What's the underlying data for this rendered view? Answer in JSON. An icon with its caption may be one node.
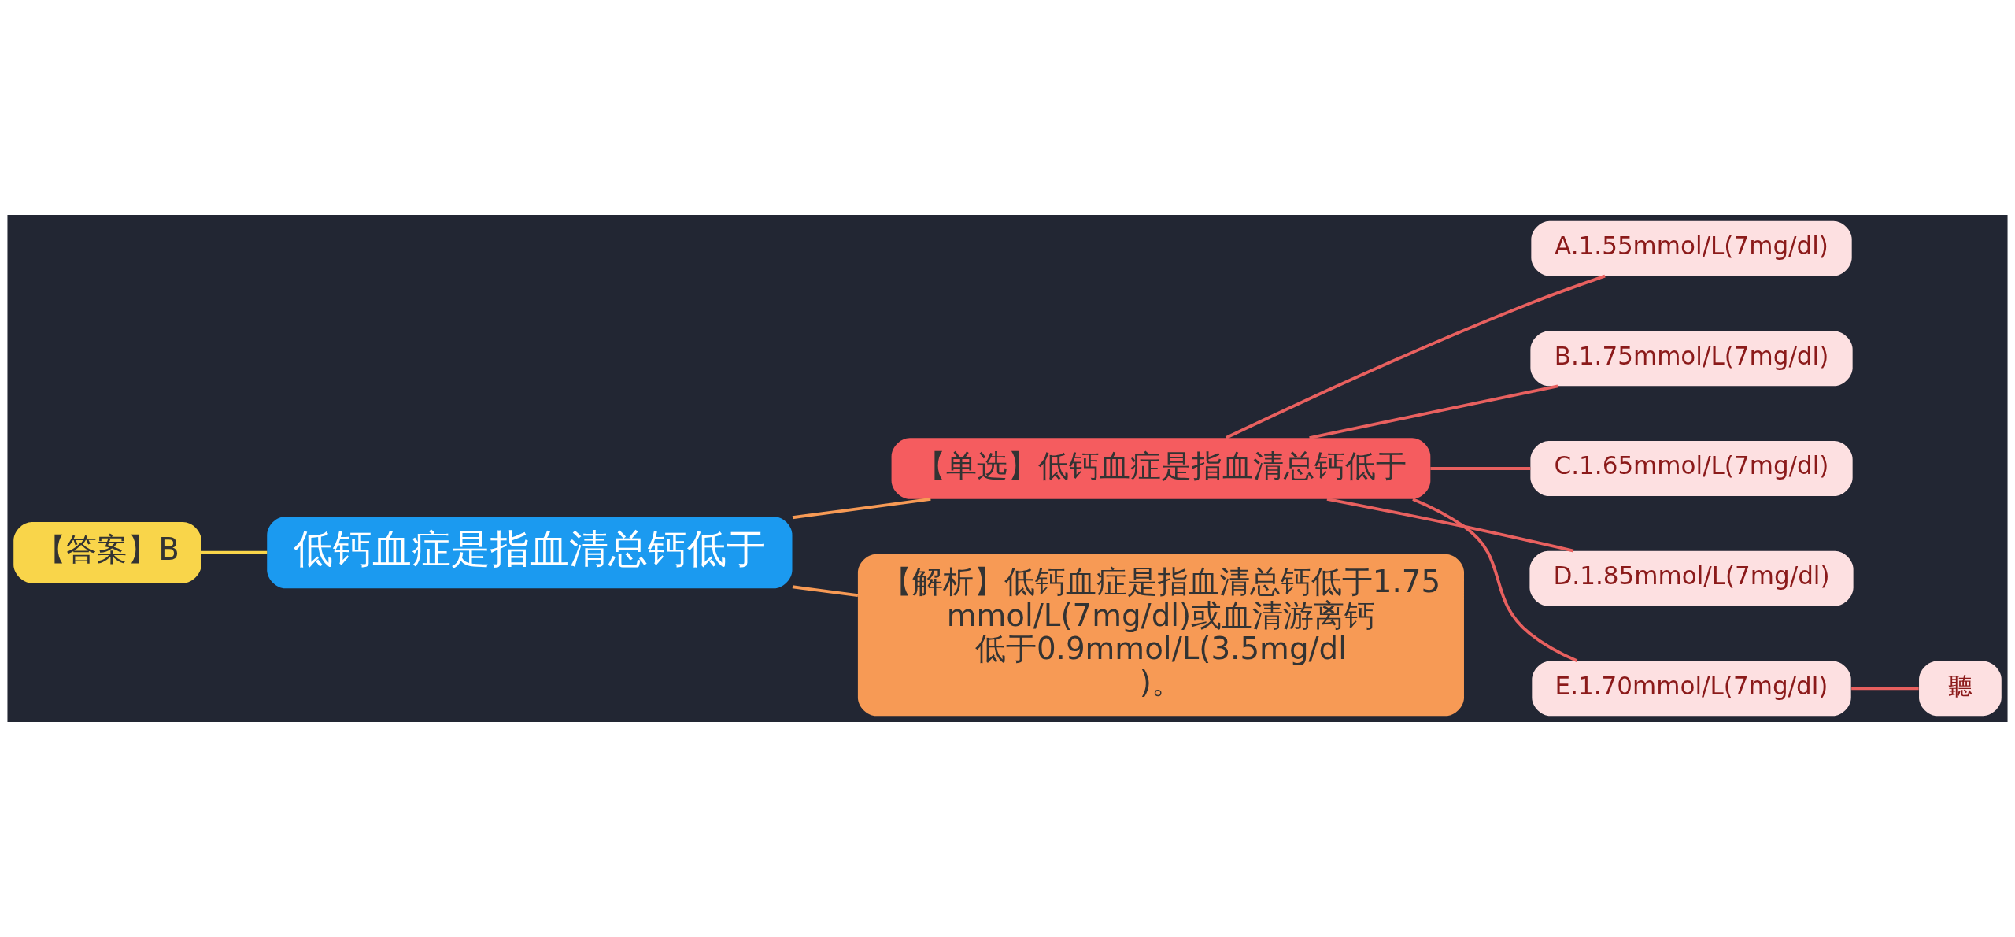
{
  "diagram": {
    "nodes": [
      {
        "text": [
          "低钙血症是指血清总钙低于"
        ]
      },
      {
        "text": [
          "【答案】B"
        ]
      },
      {
        "text": [
          "【单选】低钙血症是指血清总钙低于"
        ]
      },
      {
        "text": [
          "A.1.55mmol/L(7mg/dl)"
        ]
      },
      {
        "text": [
          "B.1.75mmol/L(7mg/dl)"
        ]
      },
      {
        "text": [
          "C.1.65mmol/L(7mg/dl)"
        ]
      },
      {
        "text": [
          "D.1.85mmol/L(7mg/dl)"
        ]
      },
      {
        "text": [
          "E.1.70mmol/L(7mg/dl)"
        ]
      },
      {
        "text": [
          "聽"
        ]
      },
      {
        "text": [
          "【解析】低钙血症是指血清总钙低于1.75mmol/L(7mg/dl)或血清游离钙低于0.9mmol/L(3.5mg/dl)。"
        ]
      }
    ],
    "edges": [
      {
        "from": 0,
        "to": 1,
        "arrow": "none",
        "color": "#f9d54a"
      },
      {
        "from": 0,
        "to": 2,
        "arrow": "none",
        "color": "#f79a55"
      },
      {
        "from": 0,
        "to": 9,
        "arrow": "none",
        "color": "#f79a55"
      },
      {
        "from": 2,
        "to": 3,
        "arrow": "none"
      },
      {
        "from": 2,
        "to": 4,
        "arrow": "none"
      },
      {
        "from": 2,
        "to": 5,
        "arrow": "none"
      },
      {
        "from": 2,
        "to": 6,
        "arrow": "none"
      },
      {
        "from": 2,
        "to": 7,
        "arrow": "none"
      },
      {
        "from": 7,
        "to": 8,
        "arrow": "none"
      }
    ]
  }
}
